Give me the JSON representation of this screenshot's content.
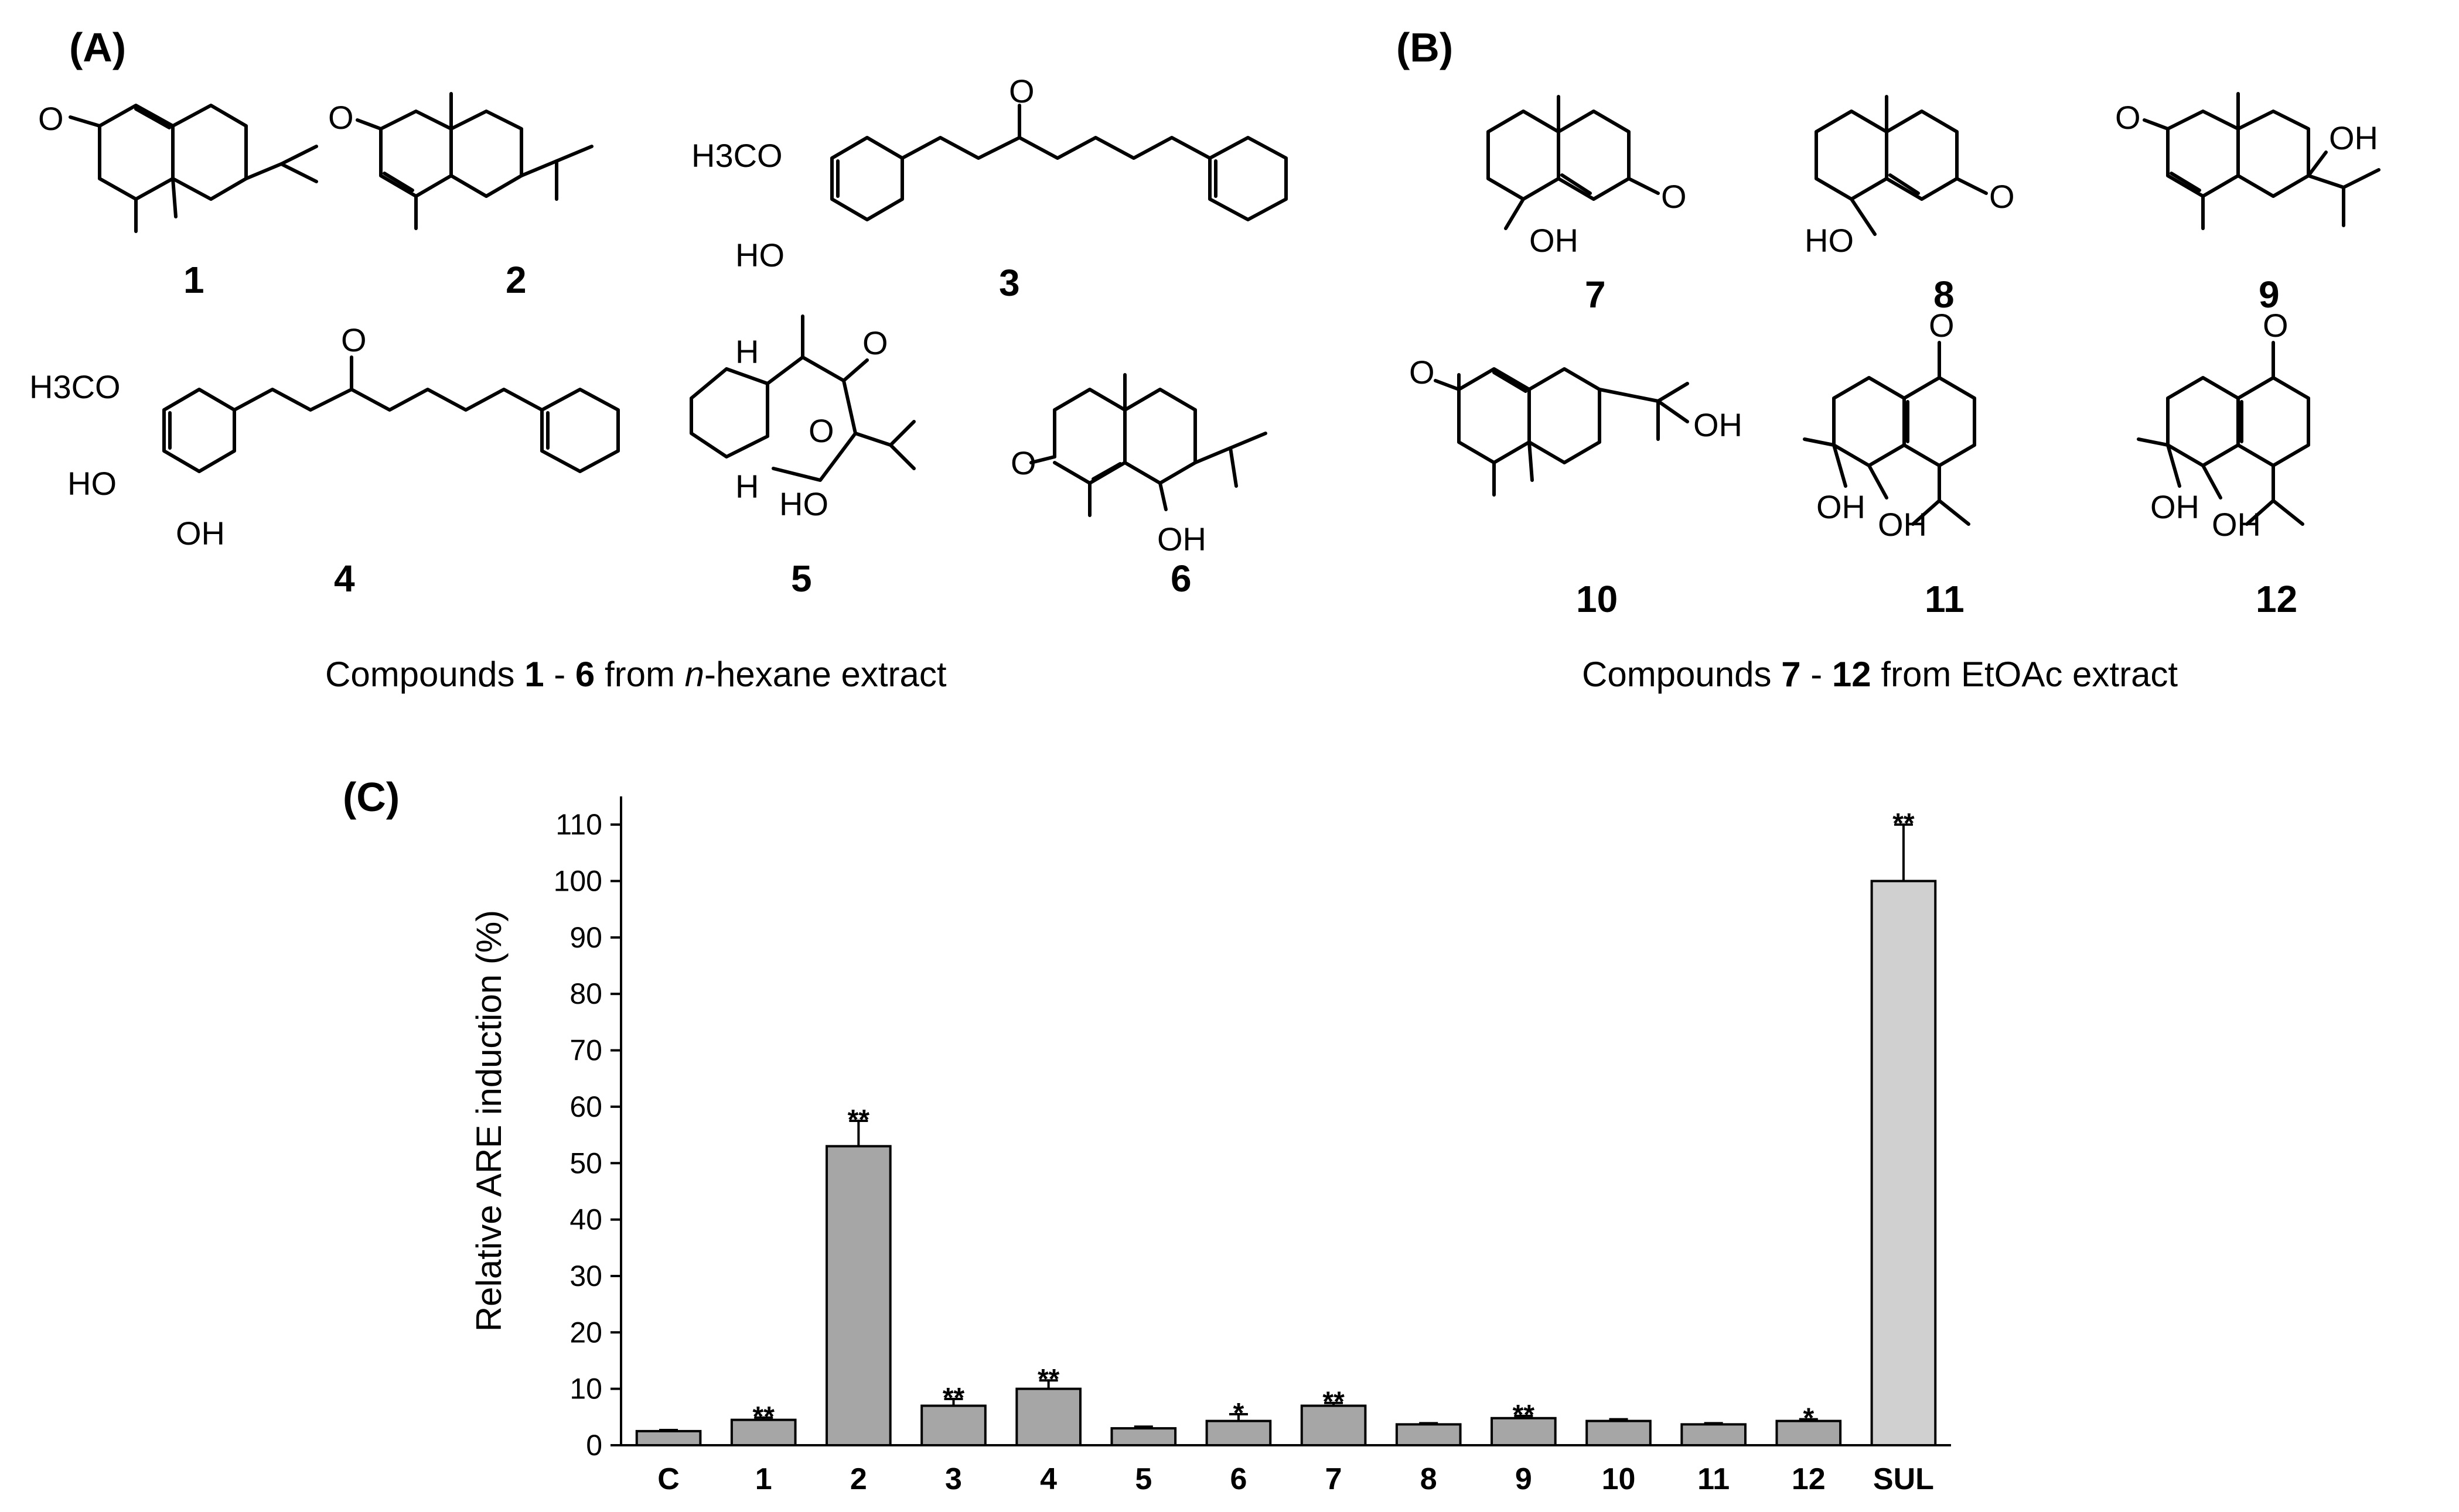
{
  "panels": {
    "a_label": "(A)",
    "b_label": "(B)",
    "c_label": "(C)"
  },
  "captions": {
    "a": {
      "pre": "Compounds ",
      "n1": "1",
      "mid": " - ",
      "n2": "6",
      "from": " from ",
      "italic": "n",
      "post": "-hexane extract"
    },
    "b": {
      "pre": "Compounds ",
      "n1": "7",
      "mid": " - ",
      "n2": "12",
      "post": " from EtOAc extract"
    }
  },
  "compounds": {
    "c1": "1",
    "c2": "2",
    "c3": "3",
    "c4": "4",
    "c5": "5",
    "c6": "6",
    "c7": "7",
    "c8": "8",
    "c9": "9",
    "c10": "10",
    "c11": "11",
    "c12": "12"
  },
  "atoms": {
    "O": "O",
    "OH": "OH",
    "HO": "HO",
    "H": "H",
    "H3CO": "H3CO"
  },
  "chart_data": {
    "type": "bar",
    "ylabel": "Relative ARE induction (%)",
    "xlabel": "",
    "ylim": [
      0,
      115
    ],
    "yticks": [
      0,
      10,
      20,
      30,
      40,
      50,
      60,
      70,
      80,
      90,
      100,
      110
    ],
    "grid": false,
    "categories": [
      "C",
      "1",
      "2",
      "3",
      "4",
      "5",
      "6",
      "7",
      "8",
      "9",
      "10",
      "11",
      "12",
      "SUL"
    ],
    "values": [
      2.5,
      4.5,
      53,
      7,
      10,
      3,
      4.3,
      7,
      3.7,
      4.8,
      4.3,
      3.7,
      4.3,
      100
    ],
    "errors": [
      0.2,
      0.4,
      4.5,
      1.2,
      1.5,
      0.3,
      1.2,
      0.5,
      0.2,
      0.4,
      0.3,
      0.2,
      0.3,
      10
    ],
    "significance": [
      "",
      "**",
      "**",
      "**",
      "**",
      "",
      "*",
      "**",
      "",
      "**",
      "",
      "",
      "*",
      "**"
    ],
    "colors": {
      "compound": "#a6a6a6",
      "sul": "#d0d0d0",
      "edge": "#000000"
    }
  }
}
